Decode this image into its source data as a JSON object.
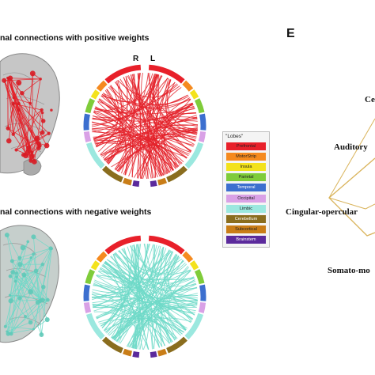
{
  "panel_top_title": "nal connections with positive weights",
  "panel_bottom_title": "nal connections with negative weights",
  "panel_letter": "E",
  "hemisphere_right": "R",
  "hemisphere_left": "L",
  "legend": {
    "title": "Lobes",
    "items": [
      {
        "label": "Prefrontal",
        "color": "#e8202a"
      },
      {
        "label": "MotorStrip",
        "color": "#f58a1f"
      },
      {
        "label": "Insula",
        "color": "#f3e21c"
      },
      {
        "label": "Parietal",
        "color": "#7fcc3a"
      },
      {
        "label": "Temporal",
        "color": "#3c6fcf"
      },
      {
        "label": "Occipital",
        "color": "#d9a1e6"
      },
      {
        "label": "Limbic",
        "color": "#9be8df"
      },
      {
        "label": "Cerebellum",
        "color": "#8a6d1e"
      },
      {
        "label": "Subcortical",
        "color": "#c97d17"
      },
      {
        "label": "Brainstem",
        "color": "#5b2a9c"
      }
    ]
  },
  "network_labels": {
    "cerebellum": "Ce",
    "auditory": "Auditory",
    "cingular": "Cingular-opercular",
    "somato": "Somato-mo"
  },
  "colors": {
    "positive_edge": "#e4232b",
    "negative_edge": "#6fd9c8",
    "brain_grey": "#b9b9b9",
    "network_edge": "#d9b35a"
  }
}
